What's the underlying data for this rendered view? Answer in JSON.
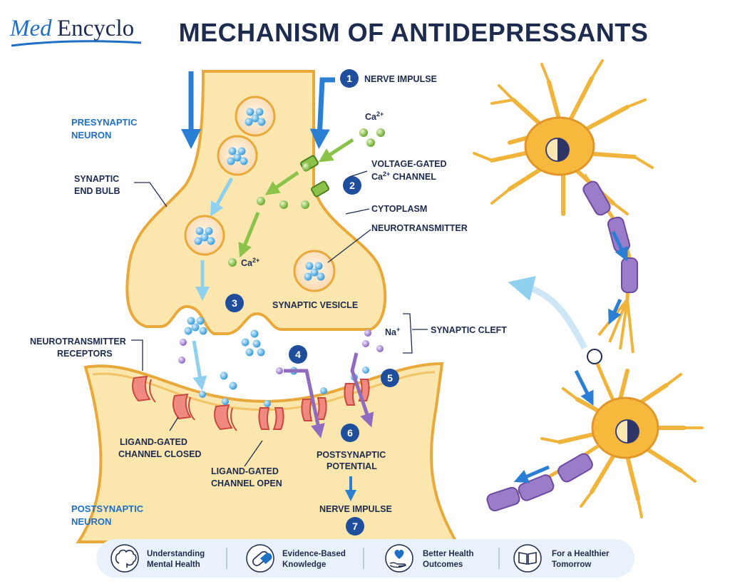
{
  "header": {
    "logo_med": "Med",
    "logo_encyclo": "Encyclo",
    "title": "MECHANISM OF ANTIDEPRESSANTS"
  },
  "labels": {
    "presynaptic_line1": "PRESYNAPTIC",
    "presynaptic_line2": "NEURON",
    "end_bulb_line1": "SYNAPTIC",
    "end_bulb_line2": "END BULB",
    "receptors_line1": "NEUROTRANSMITTER",
    "receptors_line2": "RECEPTORS",
    "ligand_closed_line1": "LIGAND-GATED",
    "ligand_closed_line2": "CHANNEL CLOSED",
    "ligand_open_line1": "LIGAND-GATED",
    "ligand_open_line2": "CHANNEL OPEN",
    "postsynaptic_line1": "POSTSYNAPTIC",
    "postsynaptic_line2": "NEURON",
    "nerve_impulse_top": "NERVE IMPULSE",
    "voltage_gated_line1": "VOLTAGE-GATED",
    "voltage_gated_line2_main": "Ca",
    "voltage_gated_line2_sup": "2+",
    "voltage_gated_line2_rest": " CHANNEL",
    "cytoplasm": "CYTOPLASM",
    "neurotransmitter": "NEUROTRANSMITTER",
    "synaptic_vesicle": "SYNAPTIC VESICLE",
    "synaptic_cleft": "SYNAPTIC CLEFT",
    "postsynaptic_potential_line1": "POSTSYNAPTIC",
    "postsynaptic_potential_line2": "POTENTIAL",
    "nerve_impulse_bottom": "NERVE IMPULSE",
    "ca_main": "Ca",
    "ca_sup": "2+",
    "na_main": "Na",
    "na_sup": "+"
  },
  "steps": [
    "1",
    "2",
    "3",
    "4",
    "5",
    "6",
    "7"
  ],
  "footer": {
    "items": [
      {
        "icon": "brain-icon",
        "line1": "Understanding",
        "line2": "Mental Health"
      },
      {
        "icon": "capsule-icon",
        "line1": "Evidence-Based",
        "line2": "Knowledge"
      },
      {
        "icon": "heart-hand-icon",
        "line1": "Better Health",
        "line2": "Outcomes"
      },
      {
        "icon": "book-icon",
        "line1": "For a Healthier",
        "line2": "Tomorrow"
      }
    ]
  },
  "colors": {
    "navy": "#1d2b4f",
    "brand_blue": "#1f6fc4",
    "neuron_fill": "#fbe6ae",
    "neuron_outline": "#e8a93a",
    "receptor": "#f08a80",
    "calcium_green": "#8bc34a",
    "sodium_purple": "#9b7cc8",
    "footer_bg": "#e9f1fb"
  }
}
